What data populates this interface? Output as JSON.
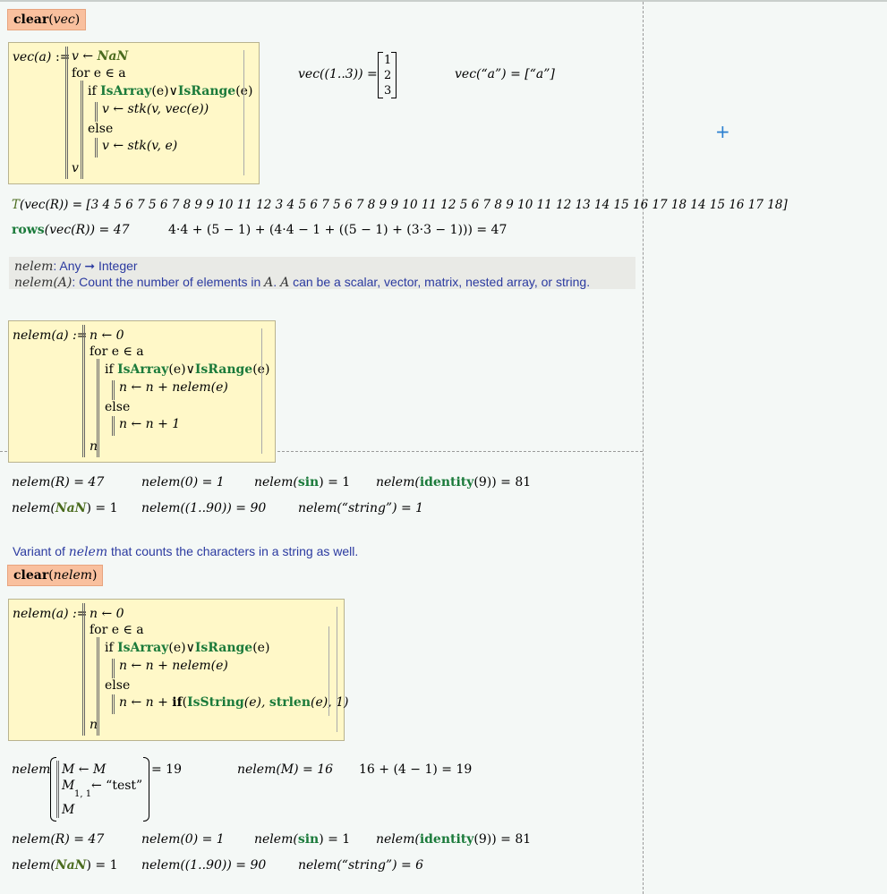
{
  "clear1": {
    "fn": "clear",
    "arg": "vec"
  },
  "vecdef": {
    "name": "vec(a)",
    "l1_var": "v",
    "l1_op": "←",
    "l1_val": "NaN",
    "l2": "for e ∈ a",
    "l3_if": "if",
    "l3_cond1": "IsArray",
    "l3_cond1_arg": "(e)",
    "l3_or": "∨",
    "l3_cond2": "IsRange",
    "l3_cond2_arg": "(e)",
    "l4": "v ← stk(v, vec(e))",
    "l5": "else",
    "l6": "v ← stk(v, e)",
    "l7": "v"
  },
  "vec_eval1": {
    "lhs": "vec((1..3)) =",
    "vals": [
      "1",
      "2",
      "3"
    ]
  },
  "vec_eval2": {
    "text": "vec(“a”) = [“a”]"
  },
  "transpose": {
    "lhs": "T",
    "lhs2": "(vec(R)) = [3  4  5  6  7  5  6  7  8  9  9  10  11  12  3  4  5  6  7  5  6  7  8  9  9  10  11  12  5  6  7  8  9  10  11  12  13  14  15  16  17  18  14  15  16  17  18]"
  },
  "rows": {
    "fn": "rows",
    "rest": "(vec(R)) = 47",
    "calc": "4·4 + (5 − 1) + (4·4 − 1 + ((5 − 1) + (3·3 − 1))) = 47"
  },
  "nelem_doc": {
    "sig_name": "nelem",
    "sig_rest": ": Any ➞ Integer",
    "desc_name": "nelem(A)",
    "desc_rest": ": Count the number of elements in ",
    "desc_A": "A",
    ". ": ". ",
    "desc_A2": "A",
    "desc_tail": " can be a scalar, vector, matrix, nested array, or string."
  },
  "nelem1": {
    "name": "nelem(a) :=",
    "l1": "n ← 0",
    "l2": "for e ∈ a",
    "l3_if": "if",
    "c1": "IsArray",
    "c1a": "(e)",
    "or": "∨",
    "c2": "IsRange",
    "c2a": "(e)",
    "l4": "n ← n + nelem(e)",
    "l5": "else",
    "l6": "n ← n + 1",
    "l7": "n"
  },
  "res1": {
    "a": "nelem(R) = 47",
    "b": "nelem(0) = 1",
    "c_pre": "nelem(",
    "c_fn": "sin",
    "c_post": ") = 1",
    "d_pre": "nelem(",
    "d_fn": "identity",
    "d_post": "(9)) = 81",
    "e_pre": "nelem(",
    "e_fn": "NaN",
    "e_post": ") = 1",
    "f": "nelem((1..90)) = 90",
    "g": "nelem(“string”) = 1"
  },
  "variant_text_pre": "Variant of ",
  "variant_name": "nelem",
  "variant_text_post": " that counts the characters in a string as well.",
  "clear2": {
    "fn": "clear",
    "arg": "nelem"
  },
  "nelem2": {
    "name": "nelem(a) :=",
    "l1": "n ← 0",
    "l2": "for e ∈ a",
    "l3_if": "if",
    "c1": "IsArray",
    "c1a": "(e)",
    "or": "∨",
    "c2": "IsRange",
    "c2a": "(e)",
    "l4": "n ← n + nelem(e)",
    "l5": "else",
    "l6_pre": "n ← n + ",
    "l6_if": "if",
    "l6_open": "(",
    "l6_f1": "IsString",
    "l6_mid": "(e), ",
    "l6_f2": "strlen",
    "l6_post": "(e), 1)",
    "l7": "n"
  },
  "nelem_block": {
    "name": "nelem",
    "l1": "M ← M",
    "l2a": "M",
    "l2sub": "1, 1",
    "l2b": "← “test”",
    "l3": "M",
    "result": "= 19",
    "b": "nelem(M) = 16",
    "c": "16 + (4 − 1) = 19"
  },
  "res2": {
    "a": "nelem(R) = 47",
    "b": "nelem(0) = 1",
    "c_pre": "nelem(",
    "c_fn": "sin",
    "c_post": ") = 1",
    "d_pre": "nelem(",
    "d_fn": "identity",
    "d_post": "(9)) = 81",
    "e_pre": "nelem(",
    "e_fn": "NaN",
    "e_post": ") = 1",
    "f": "nelem((1..90)) = 90",
    "g": "nelem(“string”) = 6"
  },
  "colors": {
    "clear_bg": "#f9c09e",
    "prog_bg": "#fff8c8",
    "fn_green": "#1a7a3a",
    "doc_blue": "#2b3aa0",
    "cursor_blue": "#2a7fd0"
  }
}
